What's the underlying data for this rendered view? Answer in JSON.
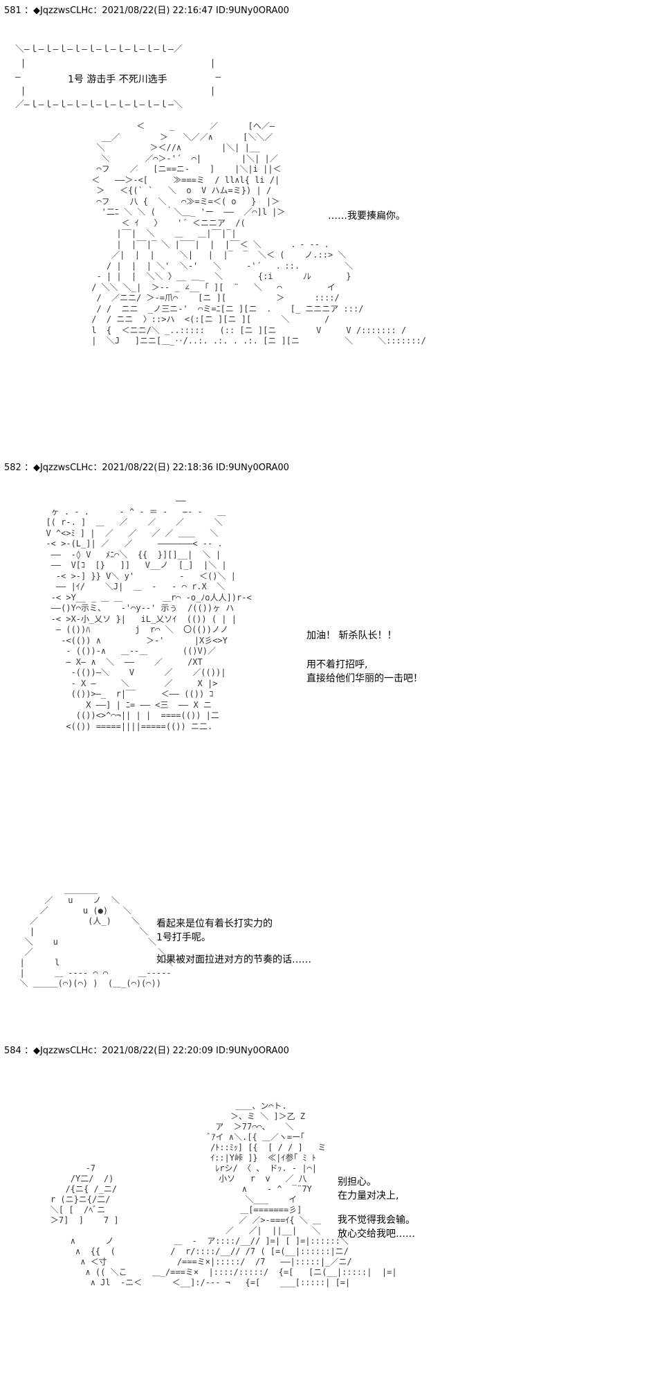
{
  "posts": [
    {
      "header": "581 ：◆JqzzwsCLHc：2021/08/22(日) 22:16:47 ID:9UNy0ORA00",
      "title_box": "1号  游击手  不死川选手",
      "speech": [
        "……我要揍扁你。"
      ]
    },
    {
      "header": "582 ：◆JqzzwsCLHc：2021/08/22(日) 22:18:36 ID:9UNy0ORA00",
      "speech_top": [
        "加油！  斩杀队长！！"
      ],
      "speech_mid": [
        "用不着打招呼,",
        "直接给他们华丽的一击吧！"
      ],
      "speech_bottom_a": [
        "看起来是位有着长打实力的",
        "1号打手呢。"
      ],
      "speech_bottom_b": [
        "如果被对面拉进对方的节奏的话……"
      ]
    },
    {
      "header": "584 ：◆JqzzwsCLHc：2021/08/22(日) 22:20:09 ID:9UNy0ORA00",
      "speech_a": [
        "别担心。",
        "在力量对决上,"
      ],
      "speech_b": [
        "我不觉得我会输。",
        "放心交给我吧……"
      ]
    }
  ]
}
